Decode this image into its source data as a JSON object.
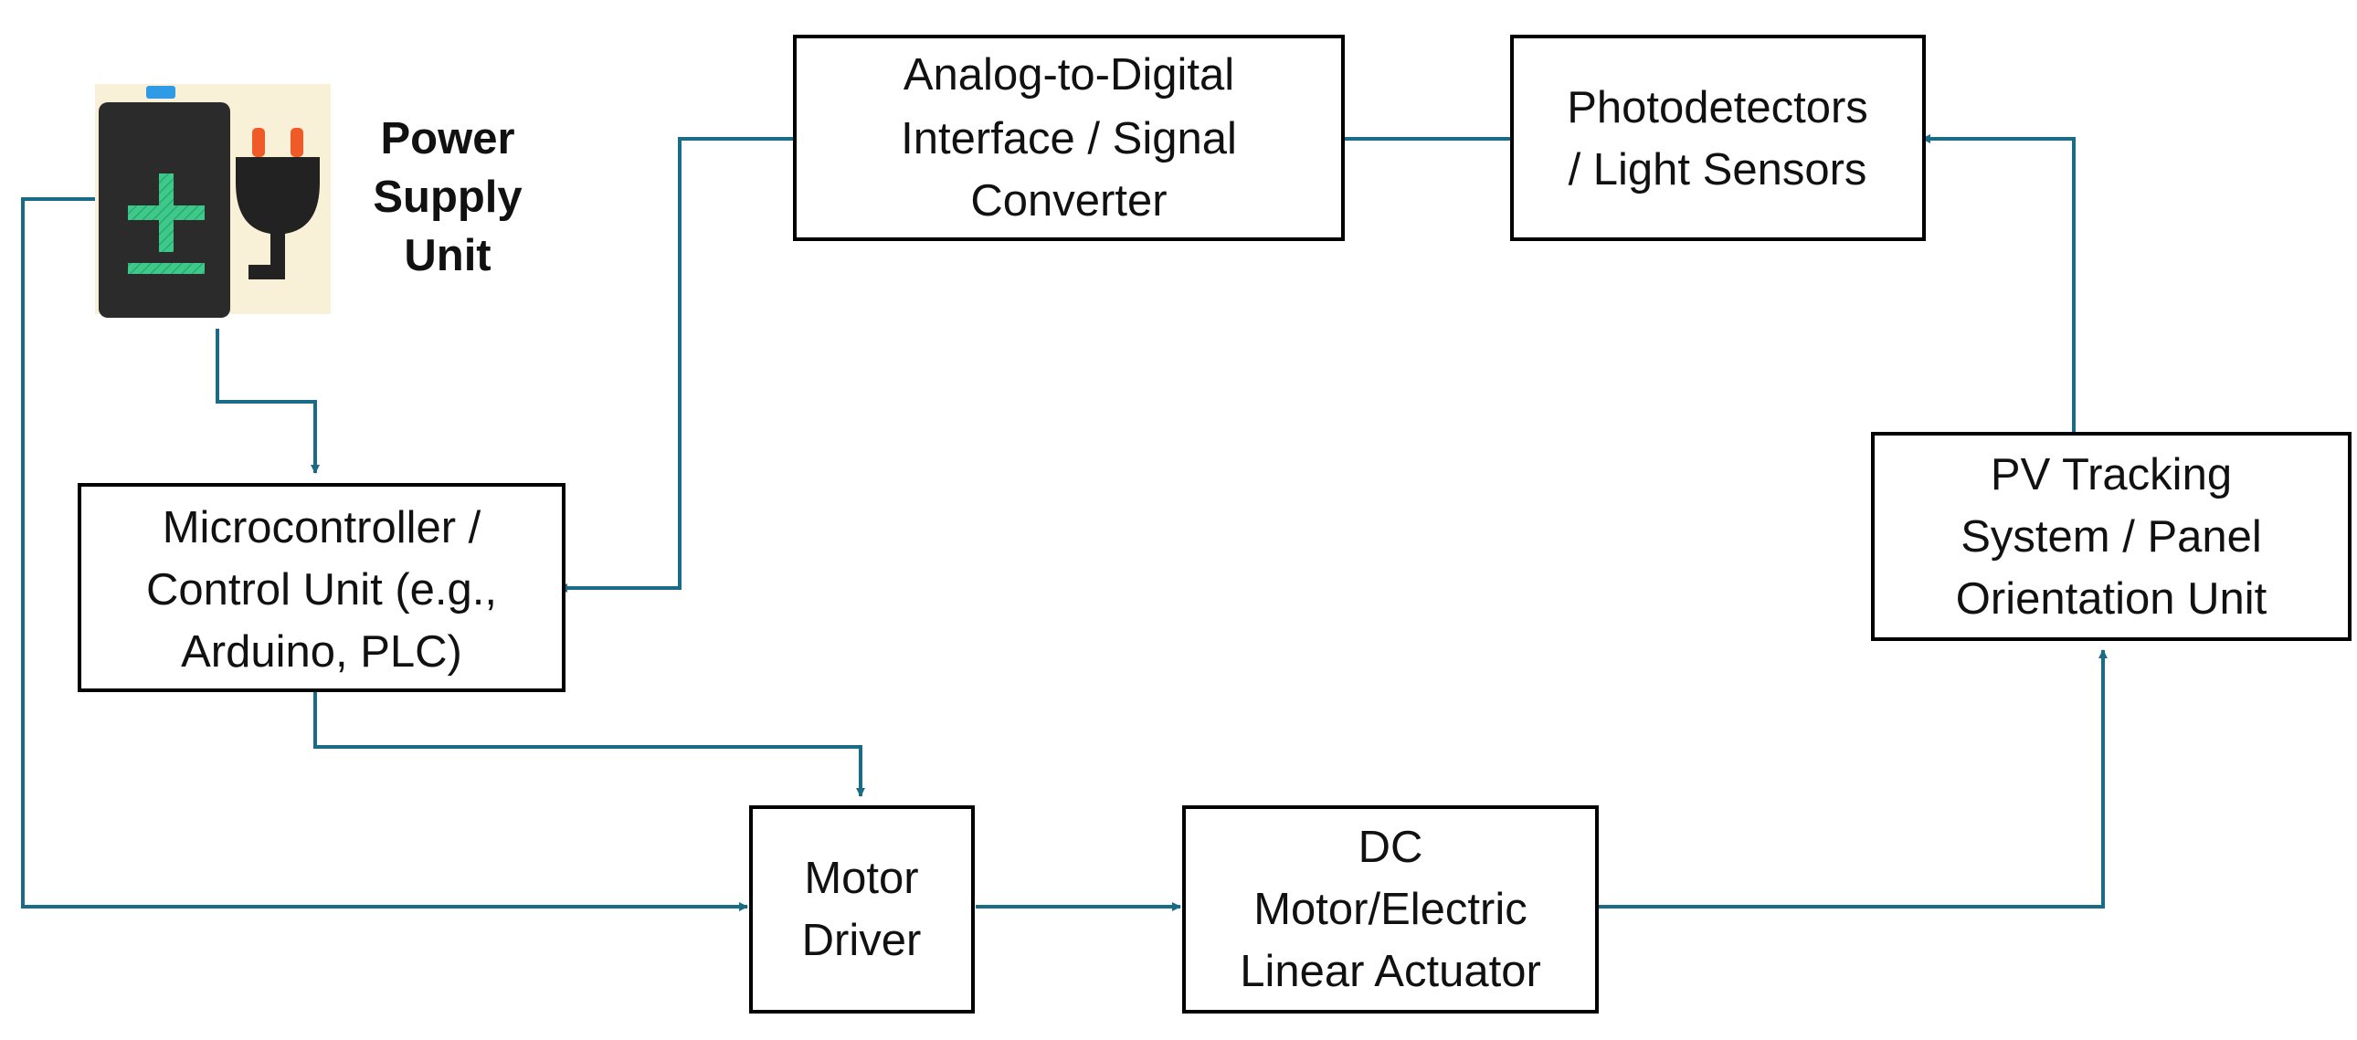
{
  "colors": {
    "connector": "#1a6b85",
    "box_border": "#000000",
    "battery_body": "#2b2b2b",
    "battery_terminal": "#2f9be6",
    "battery_symbol": "#3cc98a",
    "plug_prongs": "#f05a28",
    "plug_body": "#222222",
    "icon_background": "#f8f1d8"
  },
  "icons": {
    "power_supply": "battery-plug-icon"
  },
  "power_supply": {
    "lines": [
      "Power",
      "Supply",
      "Unit"
    ]
  },
  "nodes": {
    "adc": {
      "lines": [
        "Analog-to-Digital",
        "Interface / Signal",
        "Converter"
      ]
    },
    "photodetectors": {
      "lines": [
        "Photodetectors",
        "/ Light Sensors"
      ]
    },
    "microcontroller": {
      "lines": [
        "Microcontroller /",
        "Control Unit (e.g.,",
        "Arduino, PLC)"
      ]
    },
    "pv_tracking": {
      "lines": [
        "PV Tracking",
        "System / Panel",
        "Orientation Unit"
      ]
    },
    "motor_driver": {
      "lines": [
        "Motor",
        "Driver"
      ]
    },
    "dc_motor": {
      "lines": [
        "DC",
        "Motor/Electric",
        "Linear Actuator"
      ]
    }
  },
  "edges": [
    {
      "from": "power_supply",
      "to": "microcontroller"
    },
    {
      "from": "power_supply",
      "to": "motor_driver"
    },
    {
      "from": "adc",
      "to": "microcontroller"
    },
    {
      "from": "photodetectors",
      "to": "adc"
    },
    {
      "from": "pv_tracking",
      "to": "photodetectors"
    },
    {
      "from": "microcontroller",
      "to": "motor_driver"
    },
    {
      "from": "motor_driver",
      "to": "dc_motor"
    },
    {
      "from": "dc_motor",
      "to": "pv_tracking"
    }
  ]
}
